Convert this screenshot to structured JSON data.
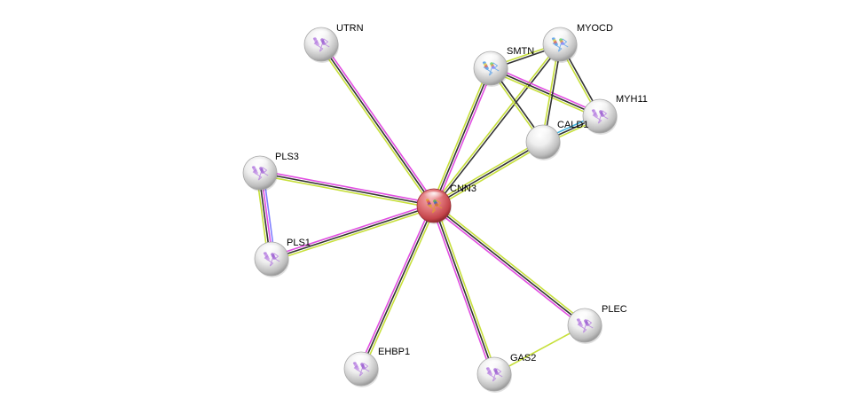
{
  "title": "Protein interaction network",
  "query_node": "CNN3",
  "edge_colors": {
    "textmining": "#c7e03b",
    "coexpression": "#333333",
    "experiments": "#e14ee1",
    "database": "#45b5e0",
    "homology": "#8080ff"
  },
  "node_style": {
    "query_fill": "#d9545a",
    "default_fill": "#dcdcdc"
  },
  "nodes": [
    {
      "id": "CNN3",
      "label": "CNN3",
      "query": true,
      "structure": "multicolor"
    },
    {
      "id": "UTRN",
      "label": "UTRN",
      "query": false,
      "structure": "purple"
    },
    {
      "id": "SMTN",
      "label": "SMTN",
      "query": false,
      "structure": "rainbow"
    },
    {
      "id": "MYOCD",
      "label": "MYOCD",
      "query": false,
      "structure": "rainbow"
    },
    {
      "id": "MYH11",
      "label": "MYH11",
      "query": false,
      "structure": "purple"
    },
    {
      "id": "CALD1",
      "label": "CALD1",
      "query": false,
      "structure": "none"
    },
    {
      "id": "PLS3",
      "label": "PLS3",
      "query": false,
      "structure": "purple"
    },
    {
      "id": "PLS1",
      "label": "PLS1",
      "query": false,
      "structure": "purple"
    },
    {
      "id": "EHBP1",
      "label": "EHBP1",
      "query": false,
      "structure": "purple"
    },
    {
      "id": "GAS2",
      "label": "GAS2",
      "query": false,
      "structure": "purple"
    },
    {
      "id": "PLEC",
      "label": "PLEC",
      "query": false,
      "structure": "purple"
    }
  ],
  "edges": [
    {
      "source": "CNN3",
      "target": "UTRN",
      "evidence": [
        "textmining",
        "coexpression",
        "experiments"
      ]
    },
    {
      "source": "CNN3",
      "target": "SMTN",
      "evidence": [
        "textmining",
        "coexpression",
        "experiments"
      ]
    },
    {
      "source": "CNN3",
      "target": "MYOCD",
      "evidence": [
        "textmining",
        "coexpression"
      ]
    },
    {
      "source": "CNN3",
      "target": "CALD1",
      "evidence": [
        "textmining",
        "coexpression",
        "textmining"
      ]
    },
    {
      "source": "CNN3",
      "target": "PLS3",
      "evidence": [
        "textmining",
        "coexpression",
        "experiments"
      ]
    },
    {
      "source": "CNN3",
      "target": "PLS1",
      "evidence": [
        "textmining",
        "coexpression",
        "experiments"
      ]
    },
    {
      "source": "CNN3",
      "target": "EHBP1",
      "evidence": [
        "textmining",
        "coexpression",
        "experiments"
      ]
    },
    {
      "source": "CNN3",
      "target": "GAS2",
      "evidence": [
        "textmining",
        "coexpression",
        "experiments"
      ]
    },
    {
      "source": "CNN3",
      "target": "PLEC",
      "evidence": [
        "textmining",
        "coexpression",
        "experiments"
      ]
    },
    {
      "source": "PLS3",
      "target": "PLS1",
      "evidence": [
        "homology",
        "experiments",
        "coexpression",
        "textmining"
      ]
    },
    {
      "source": "SMTN",
      "target": "MYOCD",
      "evidence": [
        "textmining",
        "coexpression"
      ]
    },
    {
      "source": "SMTN",
      "target": "MYH11",
      "evidence": [
        "experiments",
        "coexpression",
        "textmining"
      ]
    },
    {
      "source": "SMTN",
      "target": "CALD1",
      "evidence": [
        "coexpression",
        "textmining"
      ]
    },
    {
      "source": "MYOCD",
      "target": "MYH11",
      "evidence": [
        "coexpression",
        "textmining"
      ]
    },
    {
      "source": "MYOCD",
      "target": "CALD1",
      "evidence": [
        "coexpression",
        "textmining"
      ]
    },
    {
      "source": "CALD1",
      "target": "MYH11",
      "evidence": [
        "database",
        "coexpression",
        "textmining"
      ]
    },
    {
      "source": "GAS2",
      "target": "PLEC",
      "evidence": [
        "textmining"
      ]
    }
  ]
}
